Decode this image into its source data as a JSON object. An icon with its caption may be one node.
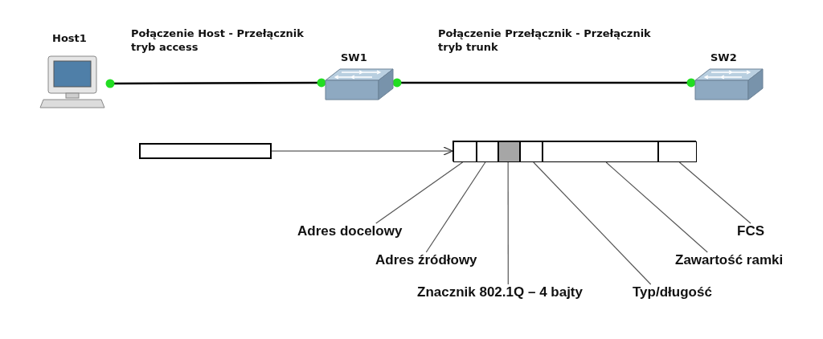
{
  "diagram": {
    "nodes": [
      {
        "text": [
          "Host1"
        ]
      },
      {
        "text": [
          "SW1"
        ]
      },
      {
        "text": [
          "SW2"
        ]
      },
      {
        "text": [],
        "shape": "box"
      },
      {
        "text": [],
        "shape": "box"
      },
      {
        "text": [],
        "shape": "box",
        "in": 4
      },
      {
        "text": [],
        "shape": "box",
        "in": 4
      },
      {
        "text": [],
        "shape": "box",
        "in": 4
      },
      {
        "text": [],
        "shape": "box",
        "in": 4
      },
      {
        "text": [],
        "shape": "box",
        "in": 4
      },
      {
        "text": [],
        "shape": "box",
        "in": 4
      },
      {
        "text": [
          "Adres docelowy"
        ]
      },
      {
        "text": [
          "FCS"
        ]
      },
      {
        "text": [
          "Adres źródłowy"
        ]
      },
      {
        "text": [
          "Zawartość ramki"
        ]
      },
      {
        "text": [
          "Znacznik 802.1Q – 4 bajty"
        ]
      },
      {
        "text": [
          "Typ/długość"
        ]
      }
    ],
    "edges": [
      {
        "from": 0,
        "to": 1,
        "arrow": "other",
        "label": "Połączenie Host - Przełącznik tryb access"
      },
      {
        "from": 1,
        "to": 2,
        "arrow": "other",
        "label": "Połączenie Przełącznik - Przełącznik tryb trunk"
      },
      {
        "from": 3,
        "to": 4,
        "arrow": "to"
      },
      {
        "from": 11,
        "to": 5,
        "arrow": "none"
      },
      {
        "from": 13,
        "to": 6,
        "arrow": "none"
      },
      {
        "from": 15,
        "to": 7,
        "arrow": "none"
      },
      {
        "from": 16,
        "to": 8,
        "arrow": "none"
      },
      {
        "from": 14,
        "to": 9,
        "arrow": "none"
      },
      {
        "from": 12,
        "to": 10,
        "arrow": "none"
      }
    ]
  }
}
